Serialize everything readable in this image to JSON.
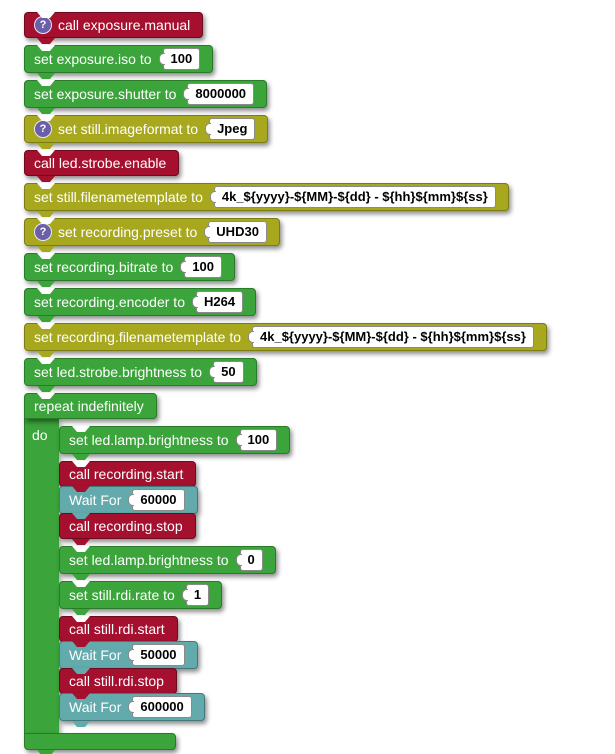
{
  "colors": {
    "call_block": "#A5102F",
    "set_block": "#3BA43B",
    "string_block": "#A8A81F",
    "wait_block": "#63AAAC",
    "help_icon": "#6B5FA8",
    "field_bg": "#FFFFFF",
    "field_text": "#000000",
    "canvas_bg": "#FFFFFF"
  },
  "icons": {
    "help_glyph": "?"
  },
  "blocks": [
    {
      "label": "call exposure.manual",
      "has_help": true
    },
    {
      "label": "set exposure.iso to",
      "value": "100"
    },
    {
      "label": "set exposure.shutter to",
      "value": "8000000"
    },
    {
      "label": "set still.imageformat to",
      "value": "Jpeg",
      "has_help": true
    },
    {
      "label": "call led.strobe.enable"
    },
    {
      "label": "set still.filenametemplate to",
      "value": "4k_${yyyy}-${MM}-${dd} - ${hh}${mm}${ss}"
    },
    {
      "label": "set recording.preset to",
      "value": "UHD30",
      "has_help": true
    },
    {
      "label": "set recording.bitrate to",
      "value": "100"
    },
    {
      "label": "set recording.encoder to",
      "value": "H264"
    },
    {
      "label": "set recording.filenametemplate to",
      "value": "4k_${yyyy}-${MM}-${dd} - ${hh}${mm}${ss}"
    },
    {
      "label": "set led.strobe.brightness to",
      "value": "50"
    }
  ],
  "repeat": {
    "label": "repeat indefinitely",
    "do_label": "do",
    "children": [
      {
        "label": "set led.lamp.brightness to",
        "value": "100"
      },
      {
        "label": "call recording.start"
      },
      {
        "label": "Wait For",
        "value": "60000"
      },
      {
        "label": "call recording.stop"
      },
      {
        "label": "set led.lamp.brightness to",
        "value": "0"
      },
      {
        "label": "set still.rdi.rate to",
        "value": "1"
      },
      {
        "label": "call still.rdi.start"
      },
      {
        "label": "Wait For",
        "value": "50000"
      },
      {
        "label": "call still.rdi.stop"
      },
      {
        "label": "Wait For",
        "value": "600000"
      }
    ]
  }
}
